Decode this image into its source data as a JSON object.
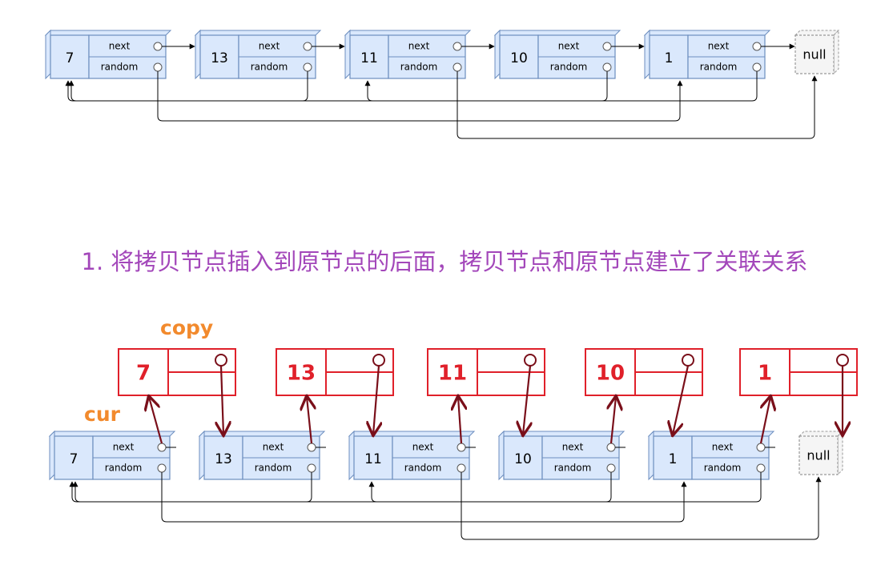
{
  "caption": "1. 将拷贝节点插入到原节点的后面，拷贝节点和原节点建立了关联关系",
  "labels": {
    "copy": "copy",
    "cur": "cur"
  },
  "field_labels": {
    "next": "next",
    "random": "random"
  },
  "null_label": "null",
  "original_list": {
    "values": [
      "7",
      "13",
      "11",
      "10",
      "1"
    ],
    "random": [
      4,
      0,
      5,
      0,
      2
    ]
  },
  "interleaved_list": {
    "values": [
      "7",
      "13",
      "11",
      "10",
      "1"
    ],
    "copies": [
      "7",
      "13",
      "11",
      "10",
      "1"
    ],
    "random": [
      4,
      0,
      5,
      0,
      2
    ]
  },
  "colors": {
    "node_fill": "#dae8fc",
    "node_stroke": "#6c8ebf",
    "null_fill": "#f5f5f5",
    "null_stroke": "#999999",
    "copy_stroke": "#e0202a",
    "copy_text": "#e0202a",
    "link_arrow": "#7a0f1a",
    "label_orange": "#f28a2d",
    "caption": "#a347ba"
  }
}
